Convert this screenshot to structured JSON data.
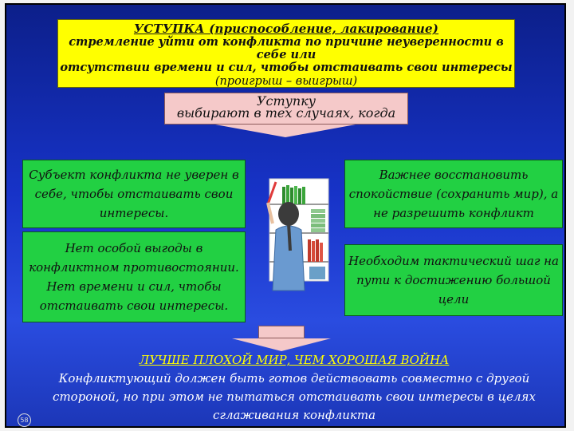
{
  "top_box": {
    "title": "УСТУПКА (приспособление, лакирование)",
    "line1": "стремление уйти от конфликта по причине неуверенности в себе или",
    "line2": "отсутствии времени и сил, чтобы отстаивать свои интересы",
    "note": "(проигрыш – выигрыш)"
  },
  "mid_box": {
    "line1": "Уступку",
    "line2": "выбирают в тех случаях, когда"
  },
  "cases": {
    "left1": "Субъект конфликта не уверен в себе, чтобы отстаивать свои интересы.",
    "left2": "Нет особой выгоды в конфликтном противостоянии. Нет времени и сил, чтобы отстаивать свои интересы.",
    "right1": "Важнее восстановить спокойствие (сохранить мир), а не разрешить конфликт",
    "right2": "Необходим тактический шаг на пути к достижению большой цели"
  },
  "bottom": {
    "motto": "ЛУЧШЕ ПЛОХОЙ МИР, ЧЕМ ХОРОШАЯ ВОЙНА",
    "text": "Конфликтующий должен быть готов действовать совместно с другой стороной, но при этом не пытаться отстаивать свои интересы в целях сглаживания конфликта"
  },
  "page_number": "58",
  "colors": {
    "background": "#1733c8",
    "title_box": "#ffff00",
    "case_box": "#22d043",
    "arrow": "#f5c9c9",
    "motto": "#ffff00"
  },
  "icons": [
    "woman-at-bookshelf-illustration"
  ]
}
